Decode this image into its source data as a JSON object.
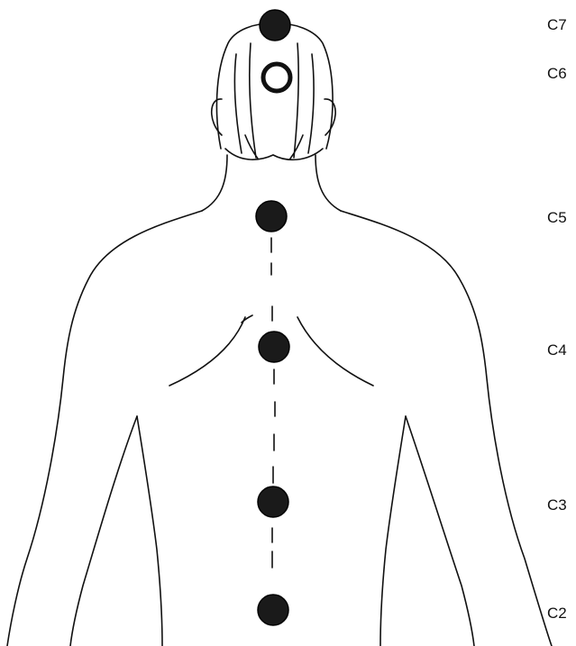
{
  "diagram": {
    "points": [
      {
        "label": "C7",
        "filled": true
      },
      {
        "label": "C6",
        "filled": false
      },
      {
        "label": "C5",
        "filled": true
      },
      {
        "label": "C4",
        "filled": true
      },
      {
        "label": "C3",
        "filled": true
      },
      {
        "label": "C2",
        "filled": true
      }
    ]
  }
}
